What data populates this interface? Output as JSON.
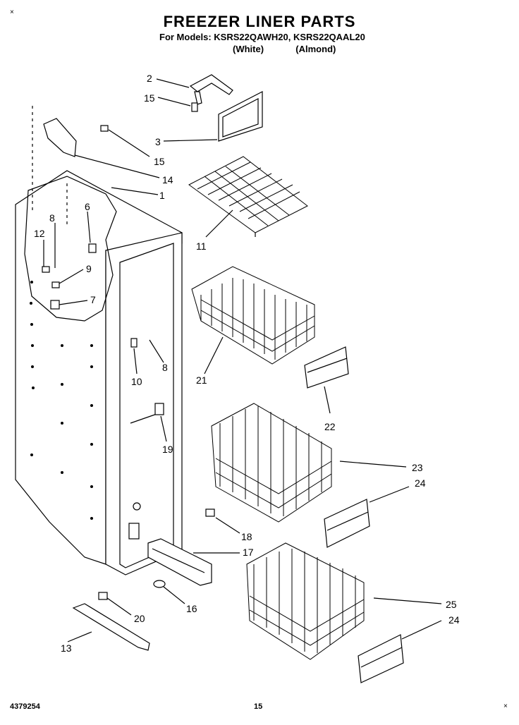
{
  "header": {
    "title": "FREEZER LINER PARTS",
    "models_line": "For Models: KSRS22QAWH20, KSRS22QAAL20",
    "variant_white": "(White)",
    "variant_almond": "(Almond)"
  },
  "footer": {
    "doc_number": "4379254",
    "page_number": "15"
  },
  "corner_marks": [
    "×",
    "×"
  ],
  "callouts": {
    "c1": "1",
    "c2": "2",
    "c3": "3",
    "c6": "6",
    "c7": "7",
    "c8a": "8",
    "c8b": "8",
    "c9": "9",
    "c10": "10",
    "c11": "11",
    "c12": "12",
    "c13": "13",
    "c14": "14",
    "c15a": "15",
    "c15b": "15",
    "c16": "16",
    "c17": "17",
    "c18": "18",
    "c19": "19",
    "c20": "20",
    "c21": "21",
    "c22": "22",
    "c23": "23",
    "c24a": "24",
    "c24b": "24",
    "c25": "25"
  }
}
